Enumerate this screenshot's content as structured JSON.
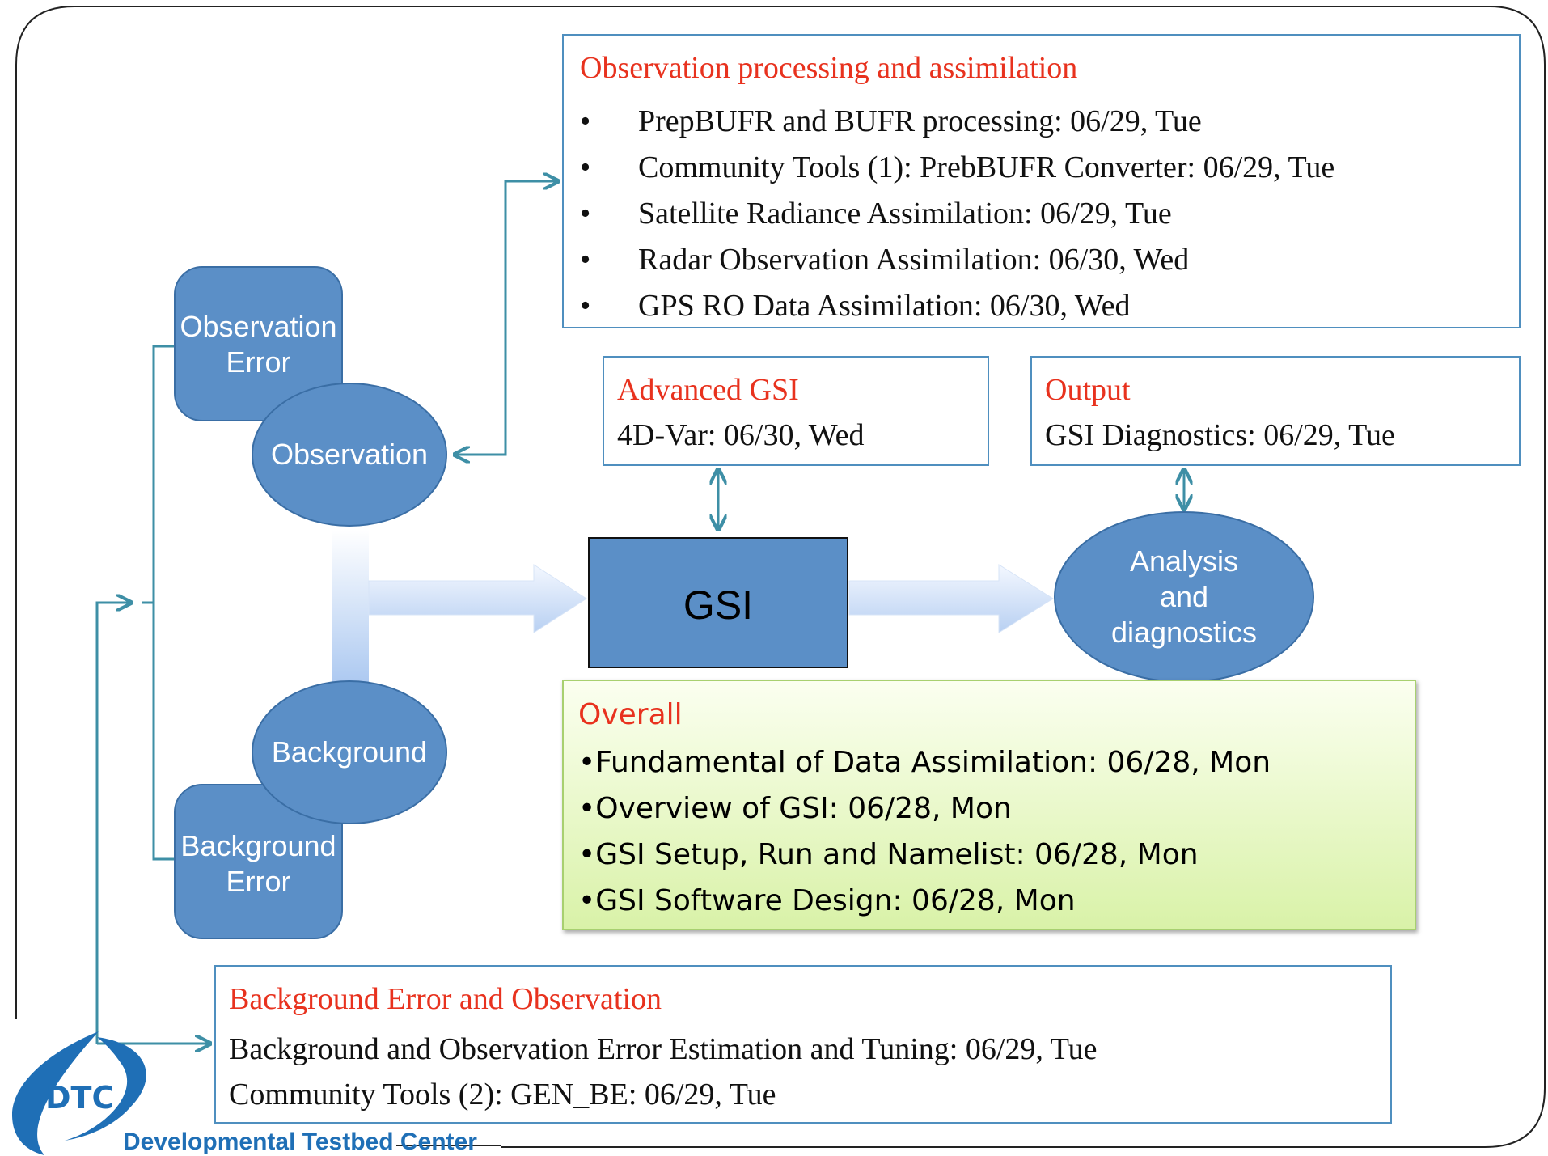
{
  "obs_processing": {
    "title": "Observation processing and assimilation",
    "items": [
      "PrepBUFR and BUFR processing: 06/29, Tue",
      "Community Tools (1): PrebBUFR Converter: 06/29, Tue",
      "Satellite Radiance Assimilation: 06/29, Tue",
      "Radar Observation Assimilation: 06/30, Wed",
      "GPS RO Data Assimilation: 06/30, Wed"
    ]
  },
  "advanced_gsi": {
    "title": "Advanced GSI",
    "line": "4D-Var:  06/30, Wed"
  },
  "output": {
    "title": "Output",
    "line": "GSI Diagnostics:  06/29, Tue"
  },
  "nodes": {
    "obs_error": [
      "Observation",
      "Error"
    ],
    "observation": "Observation",
    "gsi": "GSI",
    "analysis": [
      "Analysis",
      "and",
      "diagnostics"
    ],
    "background": "Background",
    "bg_error": [
      "Background",
      "Error"
    ]
  },
  "overall": {
    "title": "Overall",
    "items": [
      "•Fundamental of Data Assimilation: 06/28, Mon",
      "•Overview of GSI: 06/28, Mon",
      "•GSI Setup, Run and Namelist: 06/28, Mon",
      "•GSI Software Design: 06/28, Mon"
    ]
  },
  "bg_error_box": {
    "title": "Background Error and Observation",
    "lines": [
      "Background and Observation Error Estimation and Tuning: 06/29, Tue",
      "Community Tools (2): GEN_BE: 06/29, Tue"
    ]
  },
  "logo": {
    "abbr": "DTC",
    "name": "Developmental Testbed Center"
  },
  "colors": {
    "accent_red": "#e8321e",
    "node_blue": "#5b8fc7",
    "connector_teal": "#3e8fa6",
    "overall_green": "#e6f7c2",
    "logo_blue": "#1f6fb6"
  }
}
